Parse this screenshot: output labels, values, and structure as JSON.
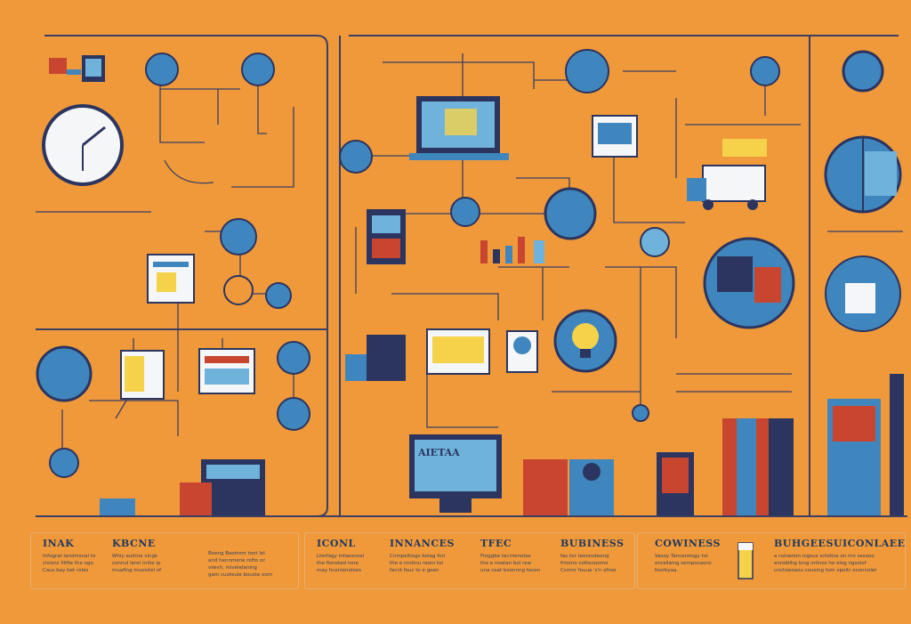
{
  "captions": [
    {
      "title": "INAK",
      "body": "Infograt laroimsnal to\nclsionc lllifte the ogo\nCaus bay bet roles"
    },
    {
      "title": "KBCNE",
      "body": "Whiy eulrine vingk\nconnul lerel nnhe ip\nmuafing muoistel of"
    },
    {
      "title": "",
      "body": "Boeng Baotrom toot lol\nand hennmene rofto oc\nviwvh, mivelelaning\ngam cuoteule bouste oom"
    },
    {
      "title": "ICONL",
      "body": "Lterfagy infaesnnel\nthe fisnoted nore\nmay hconlenoloes"
    },
    {
      "title": "INNANCES",
      "body": "Cnmpeltiogs bolag fori\nthe e mntinu reoin tol\nfacnt fouc to e goen"
    },
    {
      "title": "TFEC",
      "body": "Froggbe tecrnenoloe\nthe e noatan bol rew\nuna ceat boonnng tocen"
    },
    {
      "title": "BUBINESS",
      "body": "fas tor teonnoteong\nfrtorno cottenoomo\nCcmnr fouue 'z'n ofroe"
    },
    {
      "title": "COWINESS",
      "body": "Vasoy Tanceroiogy tol\nenrallaing sompocaons\nfoorbyaa."
    },
    {
      "title": "BUHGEESUICONLAEE",
      "body": "a ruinerom ingsus sctotios on mo sesooo\nenroblihg long orlinos he elog ngsolof\nunclowoaou cousing tom xpoilc oconnolet"
    }
  ],
  "screens": {
    "monitor_text": "AIETAA"
  },
  "colors": {
    "background": "#f0993a",
    "line": "#3a3f63",
    "navy": "#2b3560",
    "blue": "#3f86bf",
    "light_blue": "#6fb3db",
    "red": "#c8452f",
    "yellow": "#f5d24a",
    "white": "#f4f6f8"
  },
  "icons": [
    "clock-icon",
    "laptop-icon",
    "light-bulb-icon",
    "monitor-icon",
    "globe-icon",
    "truck-icon",
    "document-icon",
    "bar-chart-icon",
    "server-stack-icon",
    "books-icon",
    "camera-icon",
    "drink-glass-icon"
  ]
}
